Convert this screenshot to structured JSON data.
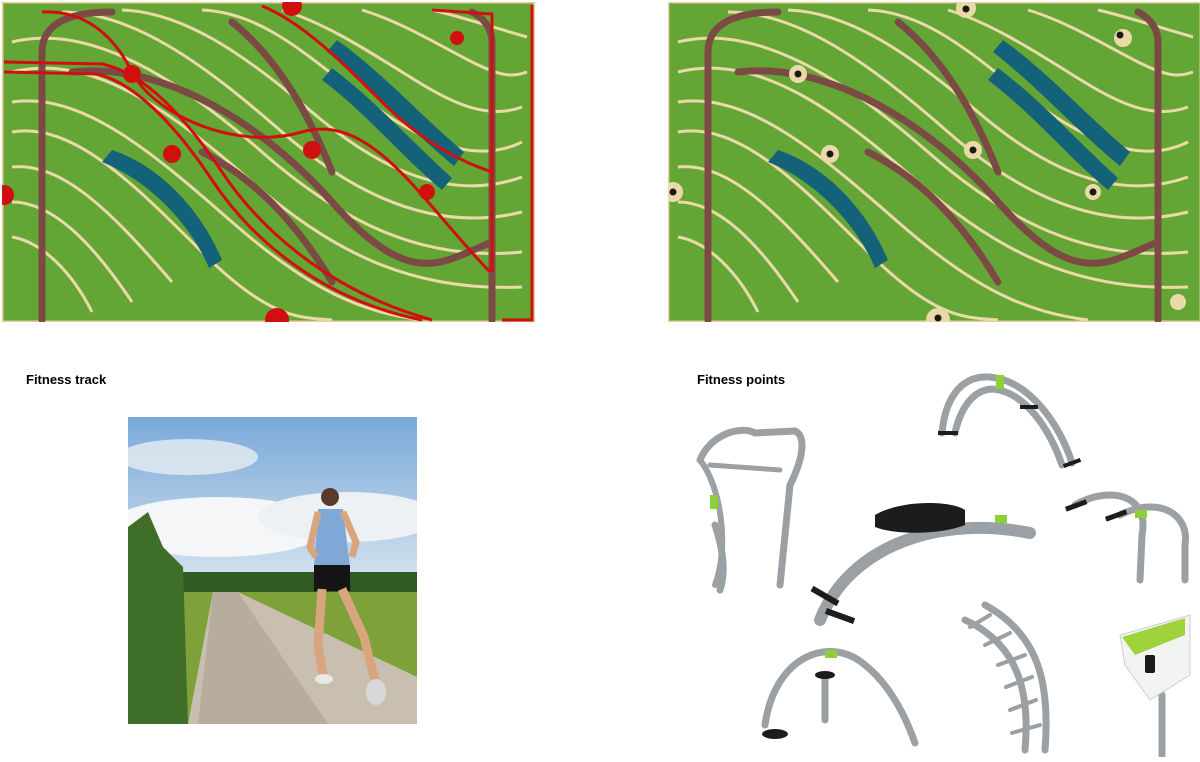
{
  "labels": {
    "fitness_track": "Fitness track",
    "fitness_points": "Fitness points"
  },
  "colors": {
    "lawn": "#63a636",
    "lawn_dark": "#4f8f2a",
    "path_light": "#ecd9a8",
    "path_dark": "#7c4a44",
    "bench": "#14627a",
    "track_outline": "#d10f0f",
    "station_dot": "#1a1a1a",
    "border": "#e4cf9a",
    "equipment_metal": "#9aa0a4",
    "equipment_accent": "#8ccf3a"
  },
  "icons": [
    "runner-photo",
    "pullup-bar-icon",
    "arch-ladder-icon",
    "sit-up-bench-icon",
    "parallel-bars-icon",
    "twister-icon",
    "climbing-ladder-icon",
    "info-sign-icon"
  ]
}
